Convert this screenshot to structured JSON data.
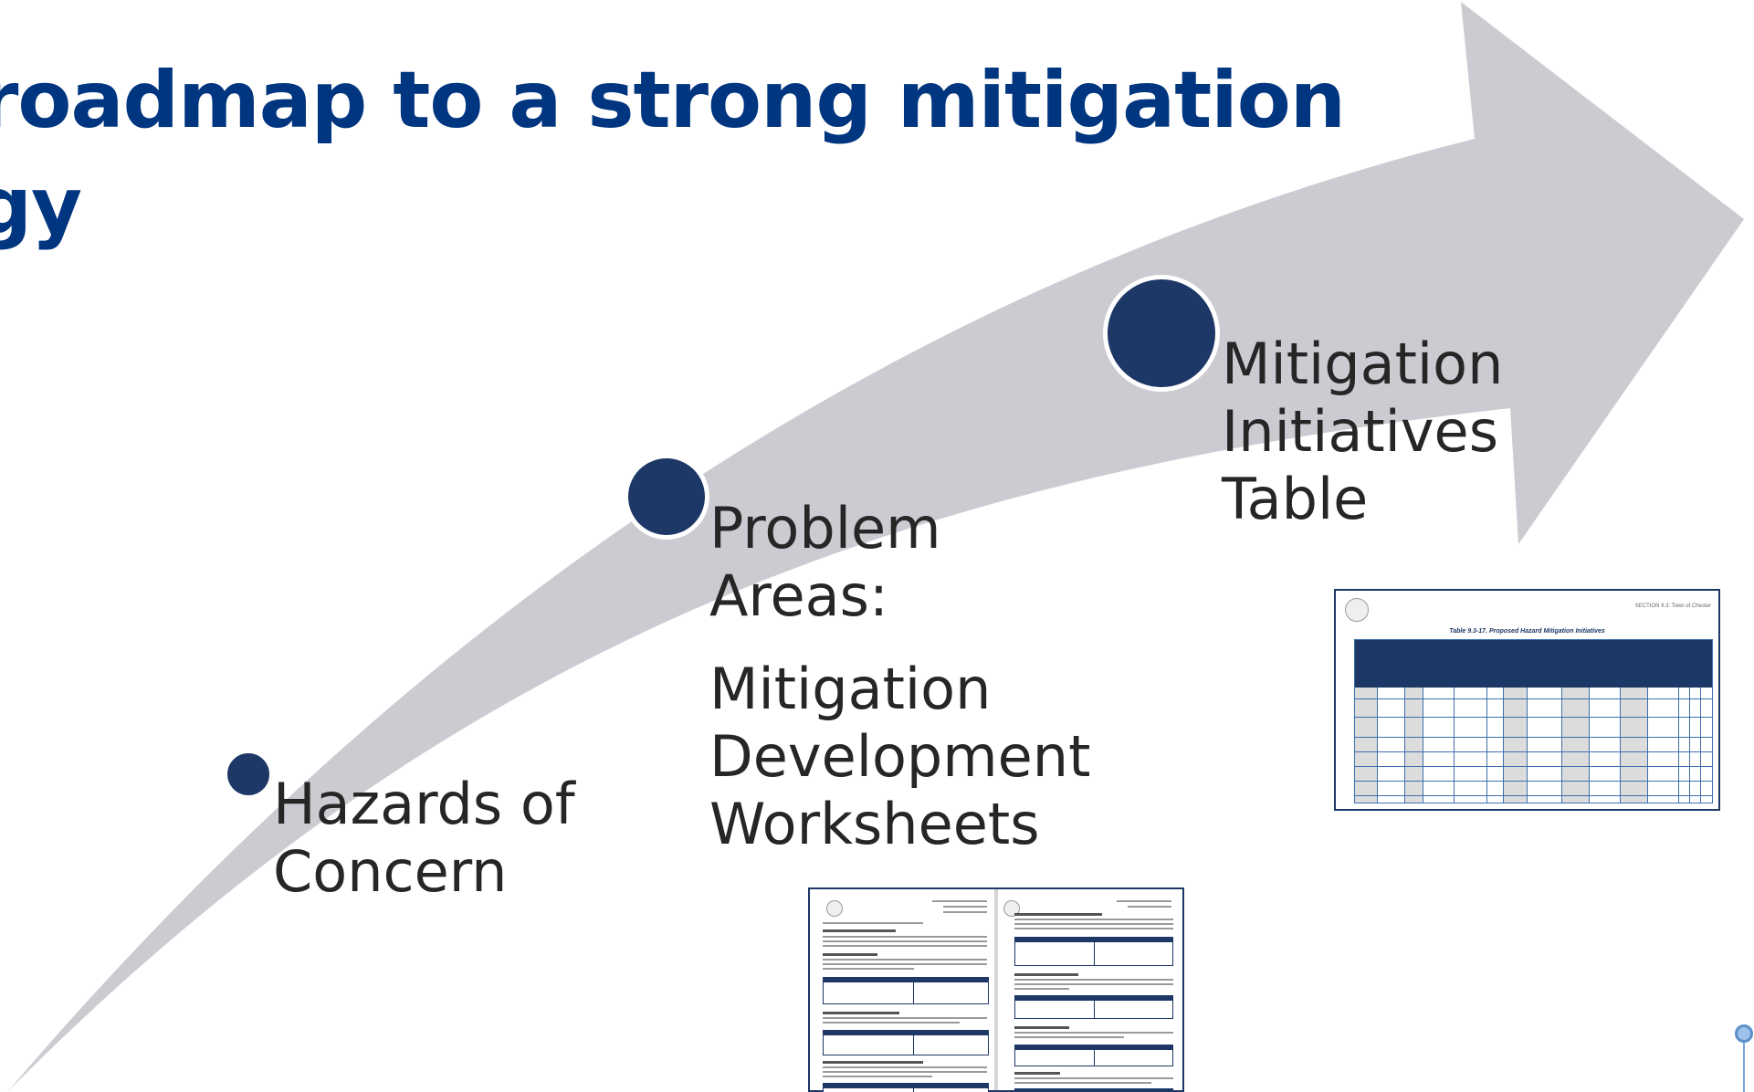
{
  "title": {
    "line1": "roadmap to a strong mitigation",
    "line2": "tegy"
  },
  "steps": [
    {
      "lines": [
        "Hazards of",
        "Concern"
      ]
    },
    {
      "lines": [
        "Problem",
        "Areas:"
      ]
    },
    {
      "lines": [
        "Mitigation",
        "Development",
        "Worksheets"
      ]
    },
    {
      "lines": [
        "Mitigation",
        "Initiatives",
        "Table"
      ]
    }
  ],
  "colors": {
    "title": "#003580",
    "arrow": "#cbcbd1",
    "dot": "#1d3766",
    "label": "#262626"
  },
  "thumbnails": {
    "worksheets": "mitigation-worksheet-pages",
    "initiatives_table": {
      "section": "SECTION 9.3: Town of Chester",
      "caption": "Table 9.3-17. Proposed Hazard Mitigation Initiatives"
    }
  },
  "icons": [
    "pin-icon"
  ]
}
